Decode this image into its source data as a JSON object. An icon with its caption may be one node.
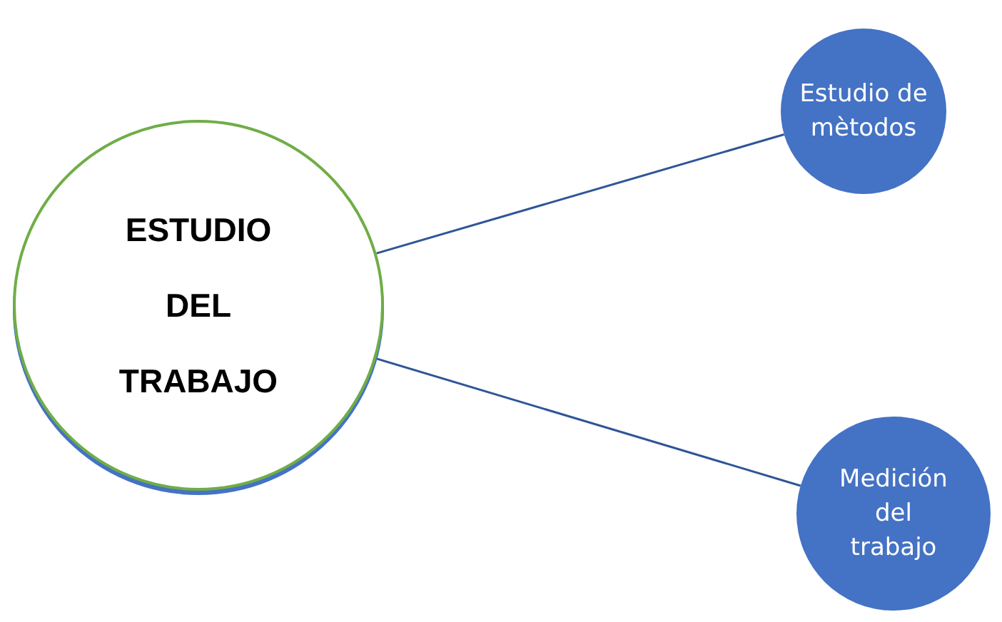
{
  "diagram": {
    "nodes": [
      {
        "text": [
          "ESTUDIO DEL TRABAJO"
        ]
      },
      {
        "text": [
          "Estudio de mètodos"
        ]
      },
      {
        "text": [
          "Medición del trabajo"
        ]
      }
    ],
    "edges": [
      {
        "from": 0,
        "to": 1,
        "arrow": "none"
      },
      {
        "from": 0,
        "to": 2,
        "arrow": "none"
      }
    ]
  }
}
